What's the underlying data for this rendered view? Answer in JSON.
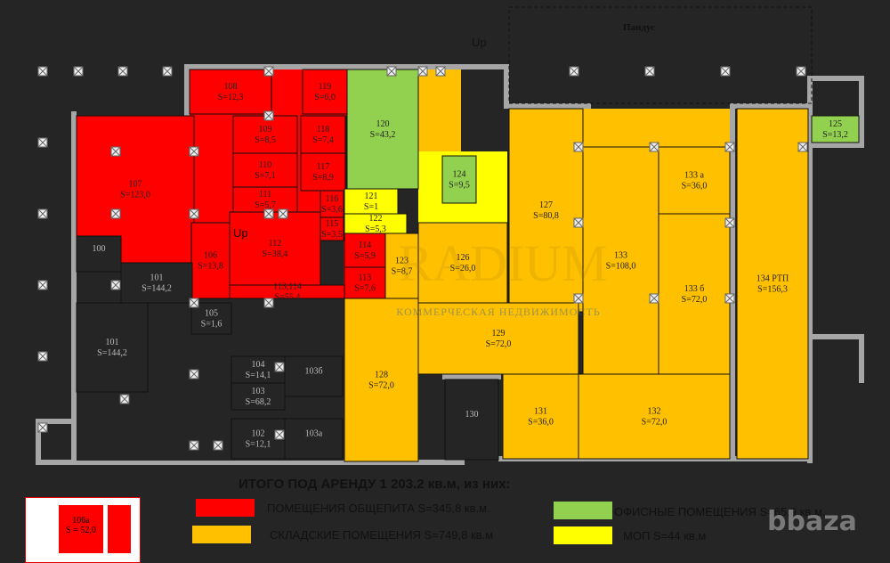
{
  "plan": {
    "ramp_label": "Пандус",
    "up_label": "Up",
    "watermark_brand": "RADIUM",
    "watermark_sub": "КОММЕРЧЕСКАЯ НЕДВИЖИМОСТЬ",
    "colors": {
      "food": "#ff0000",
      "storage": "#ffc000",
      "office": "#92d050",
      "common": "#ffff00",
      "other": "#252525",
      "wall": "#a6a6a6"
    },
    "rooms": [
      {
        "id": "107",
        "area": "S=123,0",
        "type": "food"
      },
      {
        "id": "108",
        "area": "S=12,3",
        "type": "food"
      },
      {
        "id": "119",
        "area": "S=6,0",
        "type": "food"
      },
      {
        "id": "109",
        "area": "S=8,5",
        "type": "food"
      },
      {
        "id": "118",
        "area": "S=7,4",
        "type": "food"
      },
      {
        "id": "110",
        "area": "S=7,1",
        "type": "food"
      },
      {
        "id": "117",
        "area": "S=8,9",
        "type": "food"
      },
      {
        "id": "111",
        "area": "S=5,7",
        "type": "food"
      },
      {
        "id": "116",
        "area": "S=3,6",
        "type": "food"
      },
      {
        "id": "115",
        "area": "S=3,5",
        "type": "food"
      },
      {
        "id": "112",
        "area": "S=38,4",
        "type": "food"
      },
      {
        "id": "106",
        "area": "S=13,8",
        "type": "food"
      },
      {
        "id": "113,114",
        "area": "S=55,4",
        "type": "food"
      },
      {
        "id": "114",
        "area": "S=5,9",
        "type": "food"
      },
      {
        "id": "113",
        "area": "S=7,6",
        "type": "food"
      },
      {
        "id": "120",
        "area": "S=43,2",
        "type": "office"
      },
      {
        "id": "124",
        "area": "S=9,5",
        "type": "office"
      },
      {
        "id": "125",
        "area": "S=13,2",
        "type": "office"
      },
      {
        "id": "121",
        "area": "S=1",
        "type": "common"
      },
      {
        "id": "122",
        "area": "S=5,3",
        "type": "common"
      },
      {
        "id": "123",
        "area": "S=8,7",
        "type": "storage"
      },
      {
        "id": "126",
        "area": "S=26,0",
        "type": "storage"
      },
      {
        "id": "127",
        "area": "S=80,8",
        "type": "storage"
      },
      {
        "id": "128",
        "area": "S=72,0",
        "type": "storage"
      },
      {
        "id": "129",
        "area": "S=72,0",
        "type": "storage"
      },
      {
        "id": "131",
        "area": "S=36,0",
        "type": "storage"
      },
      {
        "id": "132",
        "area": "S=72,0",
        "type": "storage"
      },
      {
        "id": "133",
        "area": "S=108,0",
        "type": "storage"
      },
      {
        "id": "133 а",
        "area": "S=36,0",
        "type": "storage"
      },
      {
        "id": "133 б",
        "area": "S=72,0",
        "type": "storage"
      },
      {
        "id": "134 РТП",
        "area": "S=156,3",
        "type": "storage"
      },
      {
        "id": "130",
        "area": "",
        "type": "other"
      },
      {
        "id": "100",
        "area": "",
        "type": "other"
      },
      {
        "id": "101",
        "area": "S=144,2",
        "type": "other"
      },
      {
        "id": "101 ",
        "area": "S=144,2",
        "type": "other"
      },
      {
        "id": "105",
        "area": "S=1,6",
        "type": "other"
      },
      {
        "id": "104",
        "area": "S=14,1",
        "type": "other"
      },
      {
        "id": "103",
        "area": "S=68,2",
        "type": "other"
      },
      {
        "id": "102",
        "area": "S=12,1",
        "type": "other"
      },
      {
        "id": "103б",
        "area": "",
        "type": "other"
      },
      {
        "id": "103а",
        "area": "",
        "type": "other"
      }
    ]
  },
  "legend": {
    "title": "ИТОГО ПОД АРЕНДУ 1 203.2 кв.м, из них:",
    "items": [
      {
        "label": "ПОМЕЩЕНИЯ ОБЩЕПИТА S=345,8 кв.м.",
        "color": "#ff0000"
      },
      {
        "label": "СКЛАДСКИЕ ПОМЕЩЕНИЯ S=749,8 кв.м",
        "color": "#ffc000"
      },
      {
        "label": "ОФИСНЫЕ ПОМЕЩЕНИЯ S=65,9 кв.м.",
        "color": "#92d050"
      },
      {
        "label": "МОП S=44 кв.м",
        "color": "#ffff00"
      }
    ],
    "inset": {
      "id": "106а",
      "area": "S = 52,0"
    }
  },
  "site_watermark": "bbaza"
}
